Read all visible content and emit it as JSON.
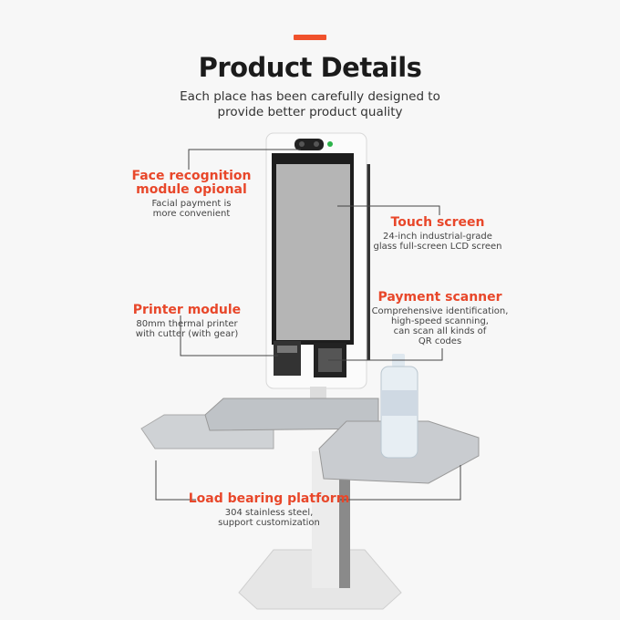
{
  "header": {
    "title": "Product Details",
    "subtitle_line1": "Each place has been carefully designed to",
    "subtitle_line2": "provide better product quality",
    "accent_color": "#f0522d"
  },
  "features": [
    {
      "title_line1": "Face recognition",
      "title_line2": "module opional",
      "desc_line1": "Facial payment is",
      "desc_line2": "more convenient"
    },
    {
      "title_line1": "Touch screen",
      "desc_line1": "24-inch industrial-grade",
      "desc_line2": "glass full-screen LCD screen"
    },
    {
      "title_line1": "Printer module",
      "desc_line1": "80mm thermal printer",
      "desc_line2": "with cutter (with gear)"
    },
    {
      "title_line1": "Payment scanner",
      "desc_line1": "Comprehensive identification,",
      "desc_line2": "high-speed scanning,",
      "desc_line3": "can scan all kinds of",
      "desc_line4": "QR codes"
    },
    {
      "title_line1": "Load bearing platform",
      "desc_line1": "304 stainless steel,",
      "desc_line2": "support customization"
    }
  ],
  "colors": {
    "feature_title": "#e8472a",
    "background": "#f7f7f7"
  }
}
